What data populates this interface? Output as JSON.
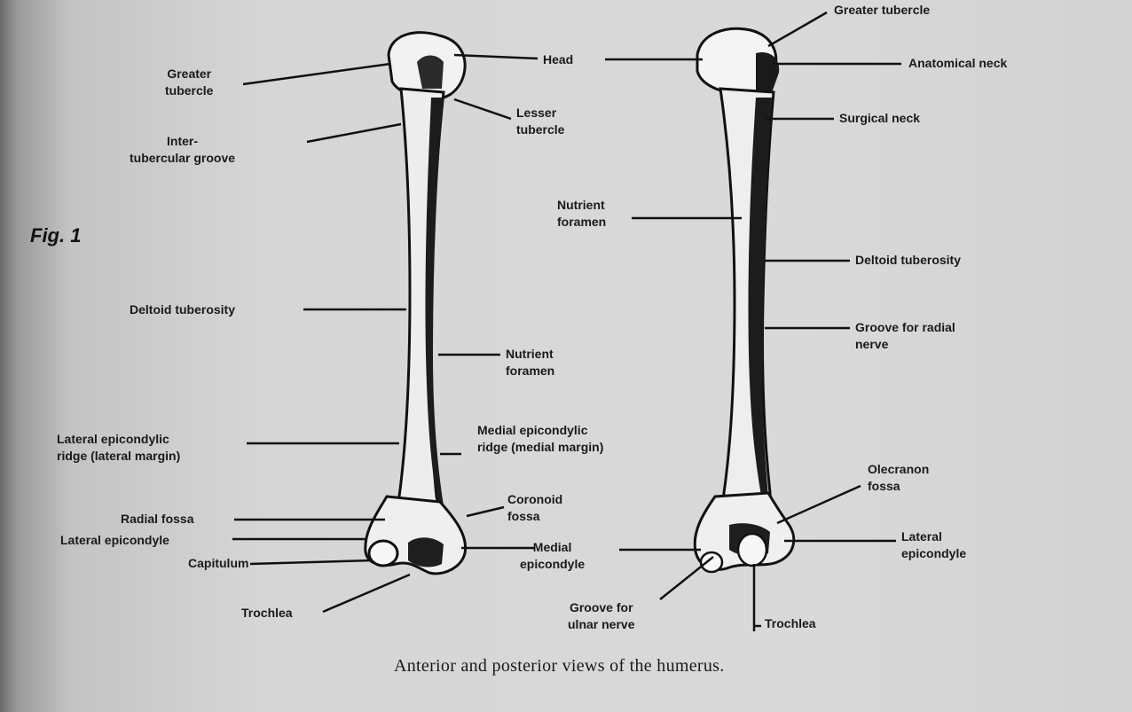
{
  "figure": {
    "label": "Fig. 1",
    "caption": "Anterior and posterior views of the humerus."
  },
  "anterior_view": {
    "greater_tubercle": "Greater\ntubercle",
    "intertubercular_groove": "Inter-\ntubercular groove",
    "lesser_tubercle": "Lesser\ntubercle",
    "head": "Head",
    "deltoid_tuberosity": "Deltoid tuberosity",
    "nutrient_foramen": "Nutrient\nforamen",
    "lateral_epicondylic_ridge": "Lateral epicondylic\nridge (lateral margin)",
    "medial_epicondylic_ridge": "Medial epicondylic\nridge (medial margin)",
    "radial_fossa": "Radial fossa",
    "coronoid_fossa": "Coronoid\nfossa",
    "lateral_epicondyle": "Lateral epicondyle",
    "capitulum": "Capitulum",
    "medial_epicondyle": "Medial\nepicondyle",
    "trochlea": "Trochlea"
  },
  "posterior_view": {
    "greater_tubercle": "Greater tubercle",
    "anatomical_neck": "Anatomical neck",
    "surgical_neck": "Surgical neck",
    "nutrient_foramen": "Nutrient\nforamen",
    "deltoid_tuberosity": "Deltoid tuberosity",
    "groove_radial_nerve": "Groove for radial\nnerve",
    "olecranon_fossa": "Olecranon\nfossa",
    "lateral_epicondyle": "Lateral\nepicondyle",
    "groove_ulnar_nerve": "Groove for\nulnar nerve",
    "trochlea": "Trochlea"
  }
}
